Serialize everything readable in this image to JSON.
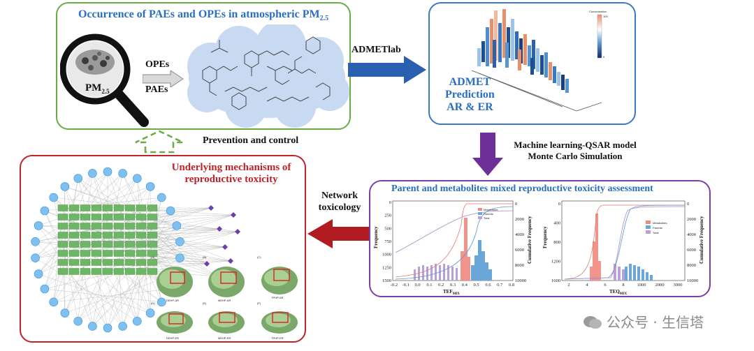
{
  "occurrence": {
    "title": "Occurrence of PAEs and OPEs in atmospheric PM",
    "title_sub": "2.5",
    "pm_label": "PM",
    "pm_sub": "2.5",
    "arrow_top": "OPEs",
    "arrow_bottom": "PAEs"
  },
  "admetlab_label": "ADMETlab",
  "admet": {
    "line1": "ADMET",
    "line2": "Prediction",
    "line3": "AR & ER",
    "colorbar_title": "Concentration",
    "colorbar_max": "100",
    "colorbar_min": "0"
  },
  "ml_label": {
    "line1": "Machine learning-QSAR model",
    "line2": "Monte Carlo Simulation"
  },
  "prevention_label": "Prevention and control",
  "network_label": {
    "line1": "Network",
    "line2": "toxicology"
  },
  "mechanisms": {
    "title_line1": "Underlying mechanisms of",
    "title_line2": "reproductive toxicity",
    "docking_labels": [
      "DEHP-AR",
      "MEHP-AR",
      "TPHP-AR",
      "DEHP-ER",
      "MEHP-ER",
      "TPHP-ER"
    ],
    "panel_letters": [
      "(A)",
      "(B)",
      "(C)",
      "(D)",
      "(E)",
      "(F)"
    ]
  },
  "assessment": {
    "title": "Parent and metabolites mixed reproductive toxicity assessment",
    "chart1": {
      "xlabel": "TEF",
      "xlabel_sub": "MIX",
      "ylabel_left": "Frequency",
      "ylabel_right": "Cumulative Frequency",
      "x_ticks": [
        "-0.2",
        "-0.1",
        "0.0",
        "0.1",
        "0.2",
        "0.3",
        "0.4",
        "0.5",
        "0.6",
        "0.7",
        "0.8"
      ],
      "y_ticks": [
        "0",
        "250",
        "500",
        "750",
        "1000",
        "1250",
        "1500"
      ],
      "y2_ticks": [
        "0",
        "2000",
        "4000",
        "6000",
        "8000",
        "10000"
      ],
      "legend": [
        "Metabolites",
        "Parents",
        "Total"
      ]
    },
    "chart2": {
      "xlabel": "TEQ",
      "xlabel_sub": "MIX",
      "ylabel_left": "Frequency",
      "ylabel_right": "Cumulative Frequency",
      "x_ticks": [
        "2",
        "4",
        "6",
        "8",
        "1000",
        "2000",
        "3000"
      ],
      "y_ticks": [
        "0",
        "400",
        "800",
        "1200",
        "1600"
      ],
      "y2_ticks": [
        "0",
        "2000",
        "4000",
        "6000",
        "8000",
        "10000"
      ],
      "legend": [
        "Metabolites",
        "Parents",
        "Total"
      ]
    }
  },
  "watermark": "公众号 · 生信塔",
  "colors": {
    "green_border": "#6aab46",
    "blue_border": "#3c78c4",
    "red_border": "#c0222a",
    "purple_border": "#7c3fa8",
    "title_blue": "#2a6fbf",
    "title_red": "#c0222a",
    "arrow_blue": "#2b5fb0",
    "arrow_purple": "#6d2f98",
    "arrow_red": "#b01c22",
    "metabolites": "#f08a80",
    "parents": "#6aa6d8",
    "total": "#b9a0d6"
  }
}
